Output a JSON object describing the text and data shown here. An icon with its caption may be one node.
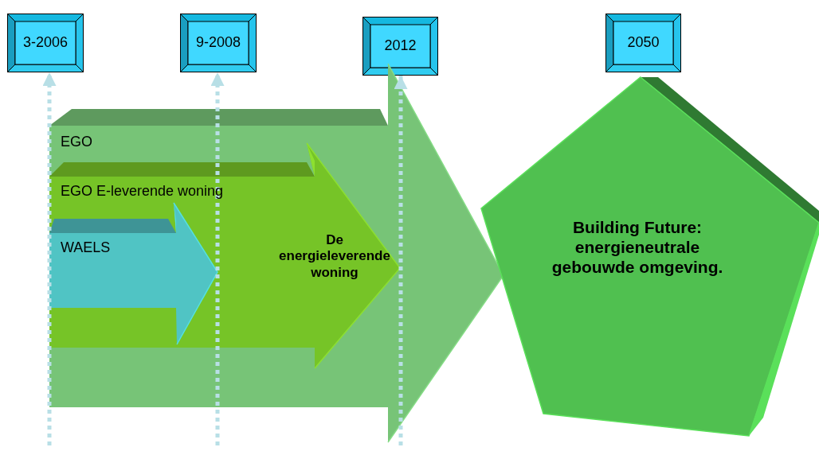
{
  "diagram": {
    "nodes": [
      {
        "text": [
          "3-2006"
        ]
      },
      {
        "text": [
          "9-2008"
        ]
      },
      {
        "text": [
          "2012"
        ]
      },
      {
        "text": [
          "2050"
        ]
      },
      {
        "text": [
          "EGO"
        ]
      },
      {
        "text": [
          "EGO E-leverende woning",
          "De energieleverende woning"
        ],
        "in": 4
      },
      {
        "text": [
          "WAELS"
        ],
        "in": 5
      },
      {
        "text": [
          "Building Future: energieneutrale gebouwde omgeving."
        ]
      }
    ],
    "edges": [
      {
        "from": null,
        "to": 0,
        "arrow": "to",
        "style": "dashed",
        "color": "#b8dfe6"
      },
      {
        "from": null,
        "to": 1,
        "arrow": "to",
        "style": "dashed",
        "color": "#b8dfe6"
      },
      {
        "from": null,
        "to": 2,
        "arrow": "to",
        "style": "dashed",
        "color": "#b8dfe6"
      }
    ]
  }
}
